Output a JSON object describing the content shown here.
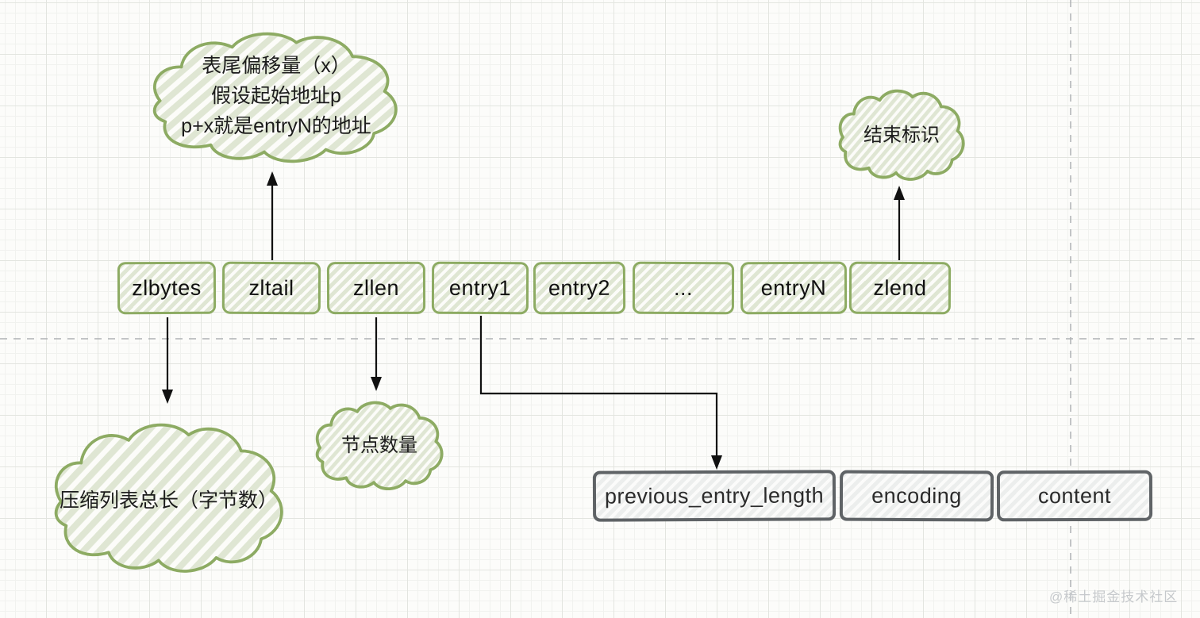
{
  "ziplist_row": {
    "cells": [
      {
        "label": "zlbytes"
      },
      {
        "label": "zltail"
      },
      {
        "label": "zllen"
      },
      {
        "label": "entry1"
      },
      {
        "label": "entry2"
      },
      {
        "label": "..."
      },
      {
        "label": "entryN"
      },
      {
        "label": "zlend"
      }
    ]
  },
  "entry_row": {
    "cells": [
      {
        "label": "previous_entry_length"
      },
      {
        "label": "encoding"
      },
      {
        "label": "content"
      }
    ]
  },
  "notes": {
    "zltail": {
      "lines": [
        "表尾偏移量（x）",
        "假设起始地址p",
        "p+x就是entryN的地址"
      ]
    },
    "zlend": {
      "lines": [
        "结束标识"
      ]
    },
    "zlbytes": {
      "lines": [
        "压缩列表总长（字节数）"
      ]
    },
    "zllen": {
      "lines": [
        "节点数量"
      ]
    }
  },
  "watermark": "@稀土掘金技术社区",
  "colors": {
    "green_border": "#8dab63",
    "green_stripe": "#dfe6d3",
    "gray_border": "#5f6366",
    "gray_stripe": "#eceeed",
    "arrow": "#111111",
    "dashed_guide": "#aeb2b4"
  }
}
